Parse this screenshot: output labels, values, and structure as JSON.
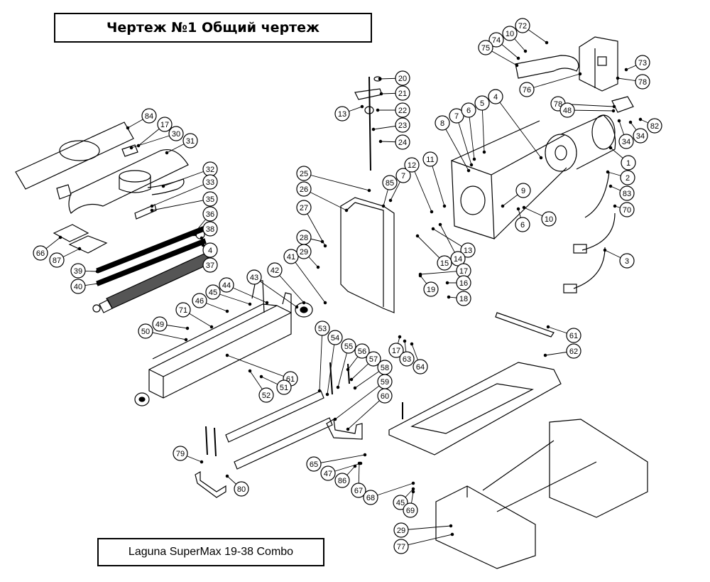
{
  "title": "Чертеж №1 Общий чертеж",
  "model": "Laguna SuperMax 19-38 Combo",
  "line_color": "#000000",
  "callouts": [
    {
      "n": "84"
    },
    {
      "n": "17"
    },
    {
      "n": "30"
    },
    {
      "n": "31"
    },
    {
      "n": "32"
    },
    {
      "n": "33"
    },
    {
      "n": "35"
    },
    {
      "n": "36"
    },
    {
      "n": "38"
    },
    {
      "n": "4"
    },
    {
      "n": "37"
    },
    {
      "n": "66"
    },
    {
      "n": "87"
    },
    {
      "n": "39"
    },
    {
      "n": "40"
    },
    {
      "n": "41"
    },
    {
      "n": "42"
    },
    {
      "n": "43"
    },
    {
      "n": "44"
    },
    {
      "n": "45"
    },
    {
      "n": "46"
    },
    {
      "n": "71"
    },
    {
      "n": "49"
    },
    {
      "n": "50"
    },
    {
      "n": "61"
    },
    {
      "n": "51"
    },
    {
      "n": "52"
    },
    {
      "n": "53"
    },
    {
      "n": "54"
    },
    {
      "n": "55"
    },
    {
      "n": "56"
    },
    {
      "n": "57"
    },
    {
      "n": "58"
    },
    {
      "n": "59"
    },
    {
      "n": "60"
    },
    {
      "n": "79"
    },
    {
      "n": "80"
    },
    {
      "n": "20"
    },
    {
      "n": "21"
    },
    {
      "n": "13"
    },
    {
      "n": "22"
    },
    {
      "n": "23"
    },
    {
      "n": "24"
    },
    {
      "n": "25"
    },
    {
      "n": "26"
    },
    {
      "n": "27"
    },
    {
      "n": "28"
    },
    {
      "n": "29"
    },
    {
      "n": "85"
    },
    {
      "n": "7"
    },
    {
      "n": "12"
    },
    {
      "n": "11"
    },
    {
      "n": "13"
    },
    {
      "n": "14"
    },
    {
      "n": "15"
    },
    {
      "n": "17"
    },
    {
      "n": "16"
    },
    {
      "n": "18"
    },
    {
      "n": "19"
    },
    {
      "n": "8"
    },
    {
      "n": "7"
    },
    {
      "n": "6"
    },
    {
      "n": "5"
    },
    {
      "n": "4"
    },
    {
      "n": "9"
    },
    {
      "n": "10"
    },
    {
      "n": "6"
    },
    {
      "n": "72"
    },
    {
      "n": "10"
    },
    {
      "n": "74"
    },
    {
      "n": "75"
    },
    {
      "n": "76"
    },
    {
      "n": "73"
    },
    {
      "n": "78"
    },
    {
      "n": "78"
    },
    {
      "n": "48"
    },
    {
      "n": "82"
    },
    {
      "n": "34"
    },
    {
      "n": "34"
    },
    {
      "n": "1"
    },
    {
      "n": "2"
    },
    {
      "n": "83"
    },
    {
      "n": "70"
    },
    {
      "n": "3"
    },
    {
      "n": "61"
    },
    {
      "n": "62"
    },
    {
      "n": "17"
    },
    {
      "n": "63"
    },
    {
      "n": "64"
    },
    {
      "n": "65"
    },
    {
      "n": "47"
    },
    {
      "n": "86"
    },
    {
      "n": "67"
    },
    {
      "n": "68"
    },
    {
      "n": "45"
    },
    {
      "n": "69"
    },
    {
      "n": "29"
    },
    {
      "n": "77"
    }
  ]
}
